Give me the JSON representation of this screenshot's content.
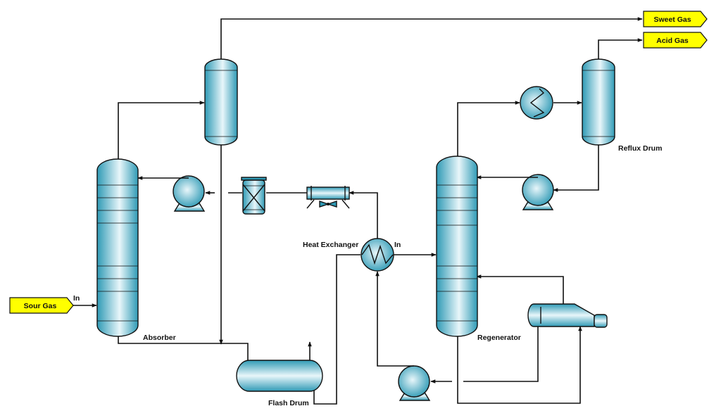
{
  "diagram": {
    "streams": {
      "sweet_gas": "Sweet Gas",
      "acid_gas": "Acid Gas",
      "sour_gas": "Sour Gas"
    },
    "labels": {
      "in_absorber": "In",
      "in_exchanger": "In",
      "absorber": "Absorber",
      "flash_drum": "Flash Drum",
      "heat_exchanger": "Heat Exchanger",
      "regenerator": "Regenerator",
      "reflux_drum": "Reflux Drum"
    },
    "colors": {
      "equipment_dark": "#2f9ab5",
      "equipment_light": "#e8f6fa",
      "tag_fill": "#ffff00",
      "line": "#111111"
    }
  }
}
